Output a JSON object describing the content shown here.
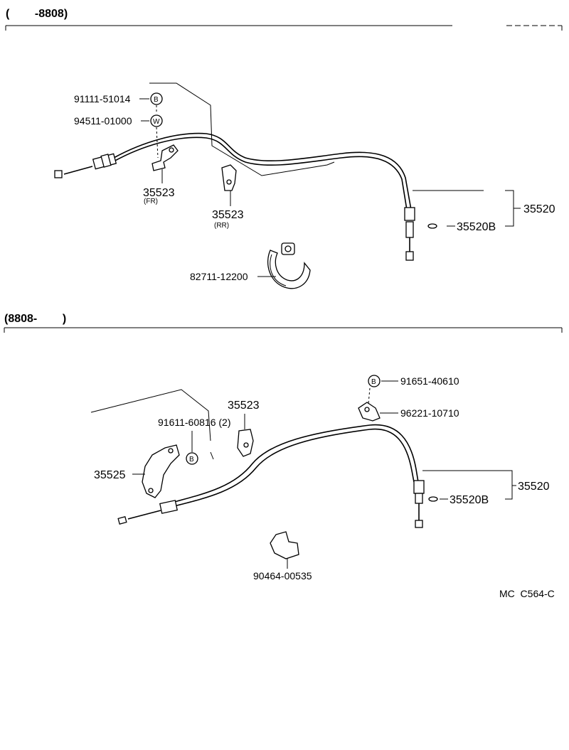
{
  "sections": {
    "top": {
      "range_label": "(        -8808)"
    },
    "bottom": {
      "range_label": "(8808-        )"
    }
  },
  "top_labels": {
    "bolt_part": "91111-51014",
    "washer_part": "94511-01000",
    "bracket_fr": "35523",
    "bracket_fr_note": "(FR)",
    "bracket_rr": "35523",
    "bracket_rr_note": "(RR)",
    "band_part": "82711-12200",
    "cable_assy": "35520",
    "cable_sub": "35520B",
    "marker_b": "B",
    "marker_w": "W"
  },
  "bottom_labels": {
    "bolt_top": "91651-40610",
    "clamp_top": "96221-10710",
    "bolt_part": "91611-60816 (2)",
    "bracket_top": "35523",
    "bracket_left": "35525",
    "cable_assy": "35520",
    "cable_sub": "35520B",
    "clip_part": "90464-00535",
    "marker_b1": "B",
    "marker_b2": "B"
  },
  "figure_code": "MC  C564-C"
}
